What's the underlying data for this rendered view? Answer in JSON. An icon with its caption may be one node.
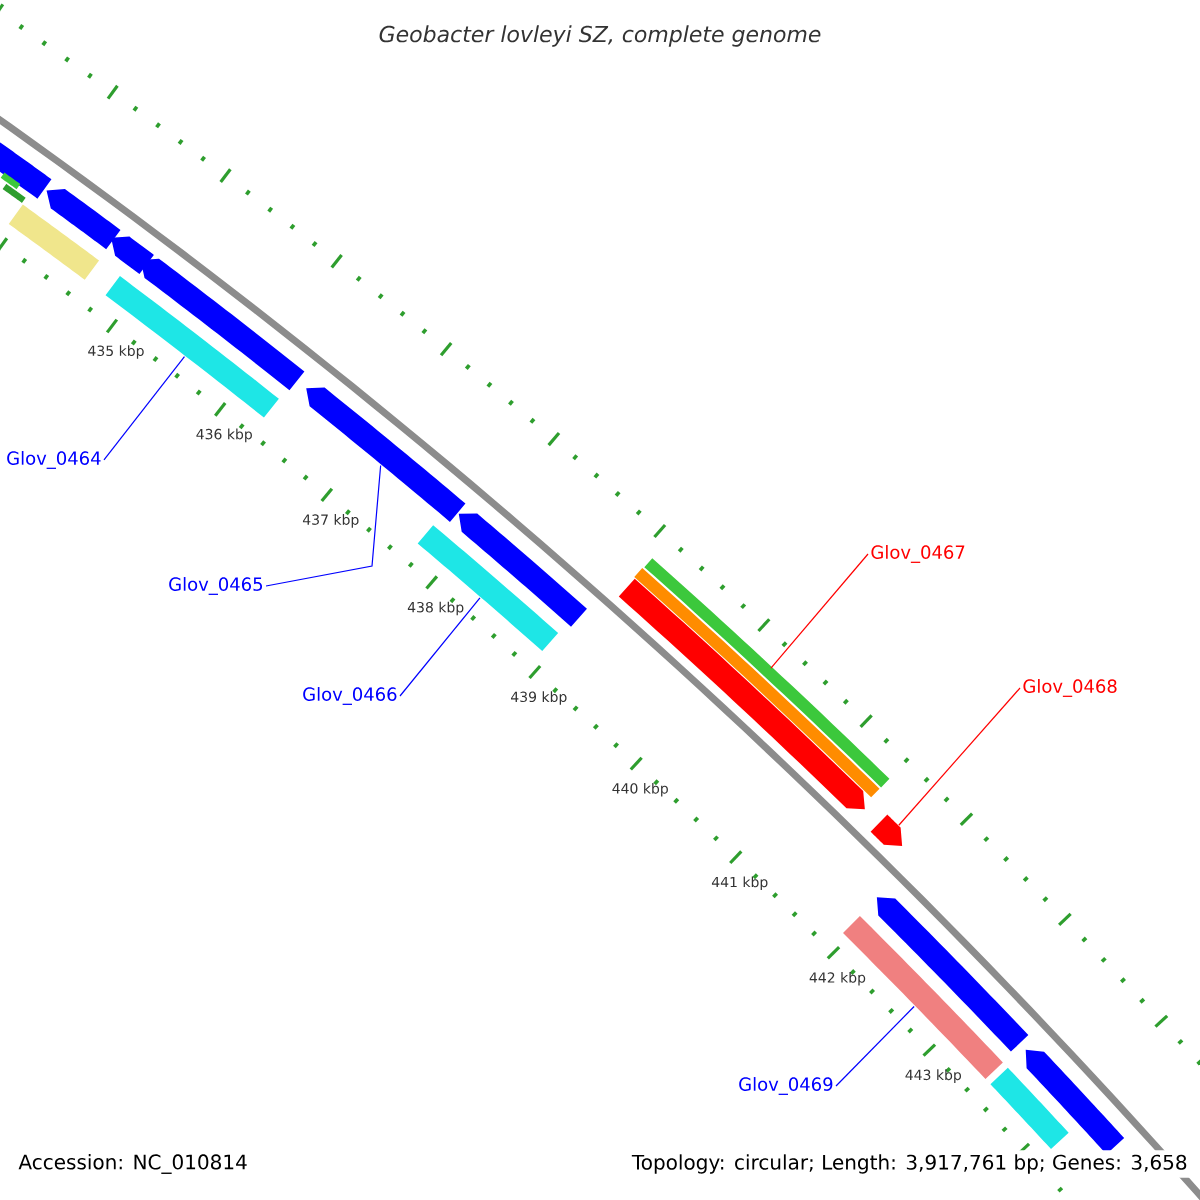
{
  "diagram": {
    "title": "Geobacter lovleyi SZ, complete genome",
    "nodes": [
      {
        "text": [
          "Glov_0464"
        ]
      },
      {
        "text": [
          "Glov_0465"
        ]
      },
      {
        "text": [
          "Glov_0466"
        ]
      },
      {
        "text": [
          "Glov_0467"
        ]
      },
      {
        "text": [
          "Glov_0468"
        ]
      },
      {
        "text": [
          "Glov_0469"
        ]
      },
      {
        "text": [],
        "shape": "bar"
      },
      {
        "text": [],
        "shape": "bar"
      },
      {
        "text": [],
        "shape": "bar"
      },
      {
        "text": [],
        "shape": "bar"
      },
      {
        "text": [],
        "shape": "bar"
      },
      {
        "text": [],
        "shape": "bar"
      },
      {
        "text": [],
        "shape": "bar"
      },
      {
        "text": [],
        "shape": "bar"
      },
      {
        "text": [],
        "shape": "bar"
      },
      {
        "text": [],
        "shape": "bar"
      },
      {
        "text": [],
        "shape": "bar"
      },
      {
        "text": [],
        "shape": "bar"
      },
      {
        "text": [],
        "shape": "bar"
      },
      {
        "text": [],
        "shape": "bar"
      },
      {
        "text": [],
        "shape": "bar"
      },
      {
        "text": [],
        "shape": "bar"
      },
      {
        "text": [],
        "shape": "bar"
      },
      {
        "text": [],
        "shape": "bar"
      },
      {
        "text": [],
        "shape": "bar"
      }
    ],
    "edges": [
      {
        "from": 0,
        "to": 12,
        "arrow": "none"
      },
      {
        "from": 1,
        "to": 14,
        "arrow": "none"
      },
      {
        "from": 2,
        "to": 15,
        "arrow": "none"
      },
      {
        "from": 3,
        "to": 19,
        "arrow": "none",
        "color": "#ff0000"
      },
      {
        "from": 4,
        "to": 22,
        "arrow": "none",
        "color": "#ff0000"
      },
      {
        "from": 5,
        "to": 20,
        "arrow": "none"
      }
    ],
    "labels": [
      "435 kbp",
      "436 kbp",
      "437 kbp",
      "438 kbp",
      "439 kbp",
      "440 kbp",
      "441 kbp",
      "442 kbp",
      "443 kbp",
      "Accession: NC_010814",
      "Topology: circular; Length: 3,917,761 bp; Genes: 3,658"
    ]
  }
}
